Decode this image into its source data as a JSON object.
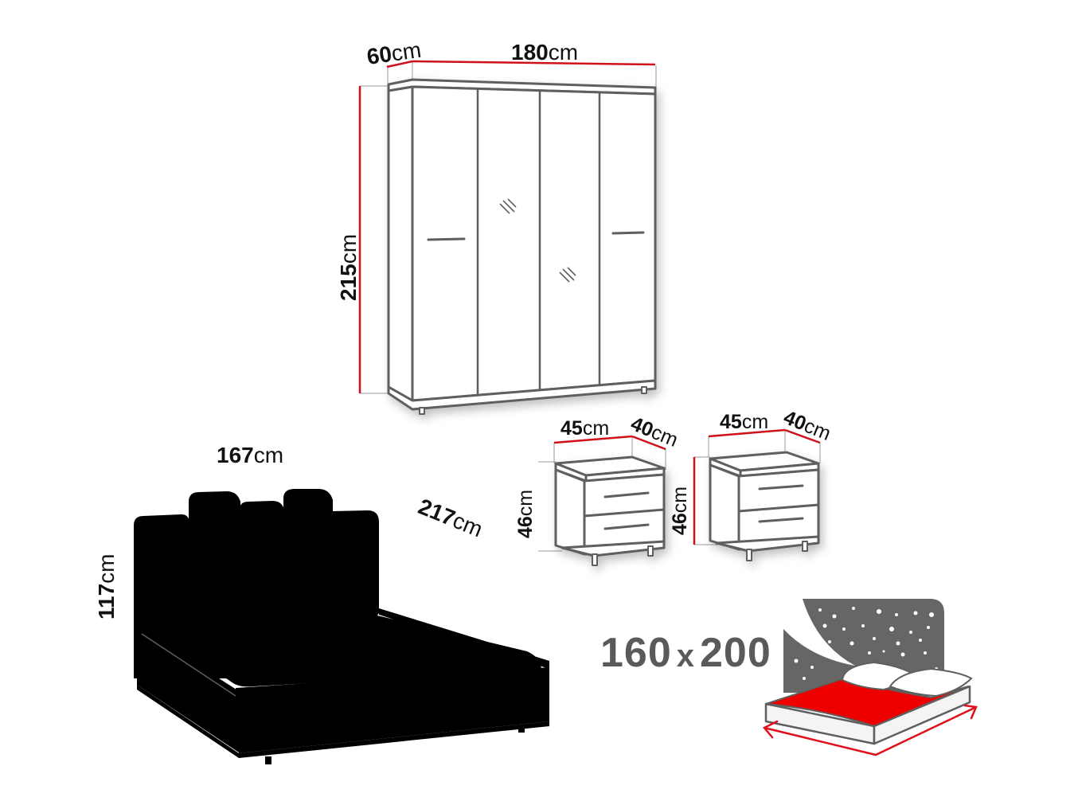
{
  "wardrobe": {
    "depth": {
      "value": "60",
      "unit": "cm"
    },
    "width": {
      "value": "180",
      "unit": "cm"
    },
    "height": {
      "value": "215",
      "unit": "cm"
    }
  },
  "nightstands": [
    {
      "width": {
        "value": "45",
        "unit": "cm"
      },
      "depth": {
        "value": "40",
        "unit": "cm"
      },
      "height": {
        "value": "46",
        "unit": "cm"
      }
    },
    {
      "width": {
        "value": "45",
        "unit": "cm"
      },
      "depth": {
        "value": "40",
        "unit": "cm"
      },
      "height": {
        "value": "46",
        "unit": "cm"
      }
    }
  ],
  "bed": {
    "width": {
      "value": "167",
      "unit": "cm"
    },
    "length": {
      "value": "217",
      "unit": "cm"
    },
    "height": {
      "value": "117",
      "unit": "cm"
    }
  },
  "mattress_icon": {
    "size_w": "160",
    "separator": "x",
    "size_l": "200"
  },
  "colors": {
    "dimension_line": "#d0101a",
    "outline": "#5a5a5a",
    "mattress_red": "#ee0000",
    "night_sky": "#666666"
  }
}
